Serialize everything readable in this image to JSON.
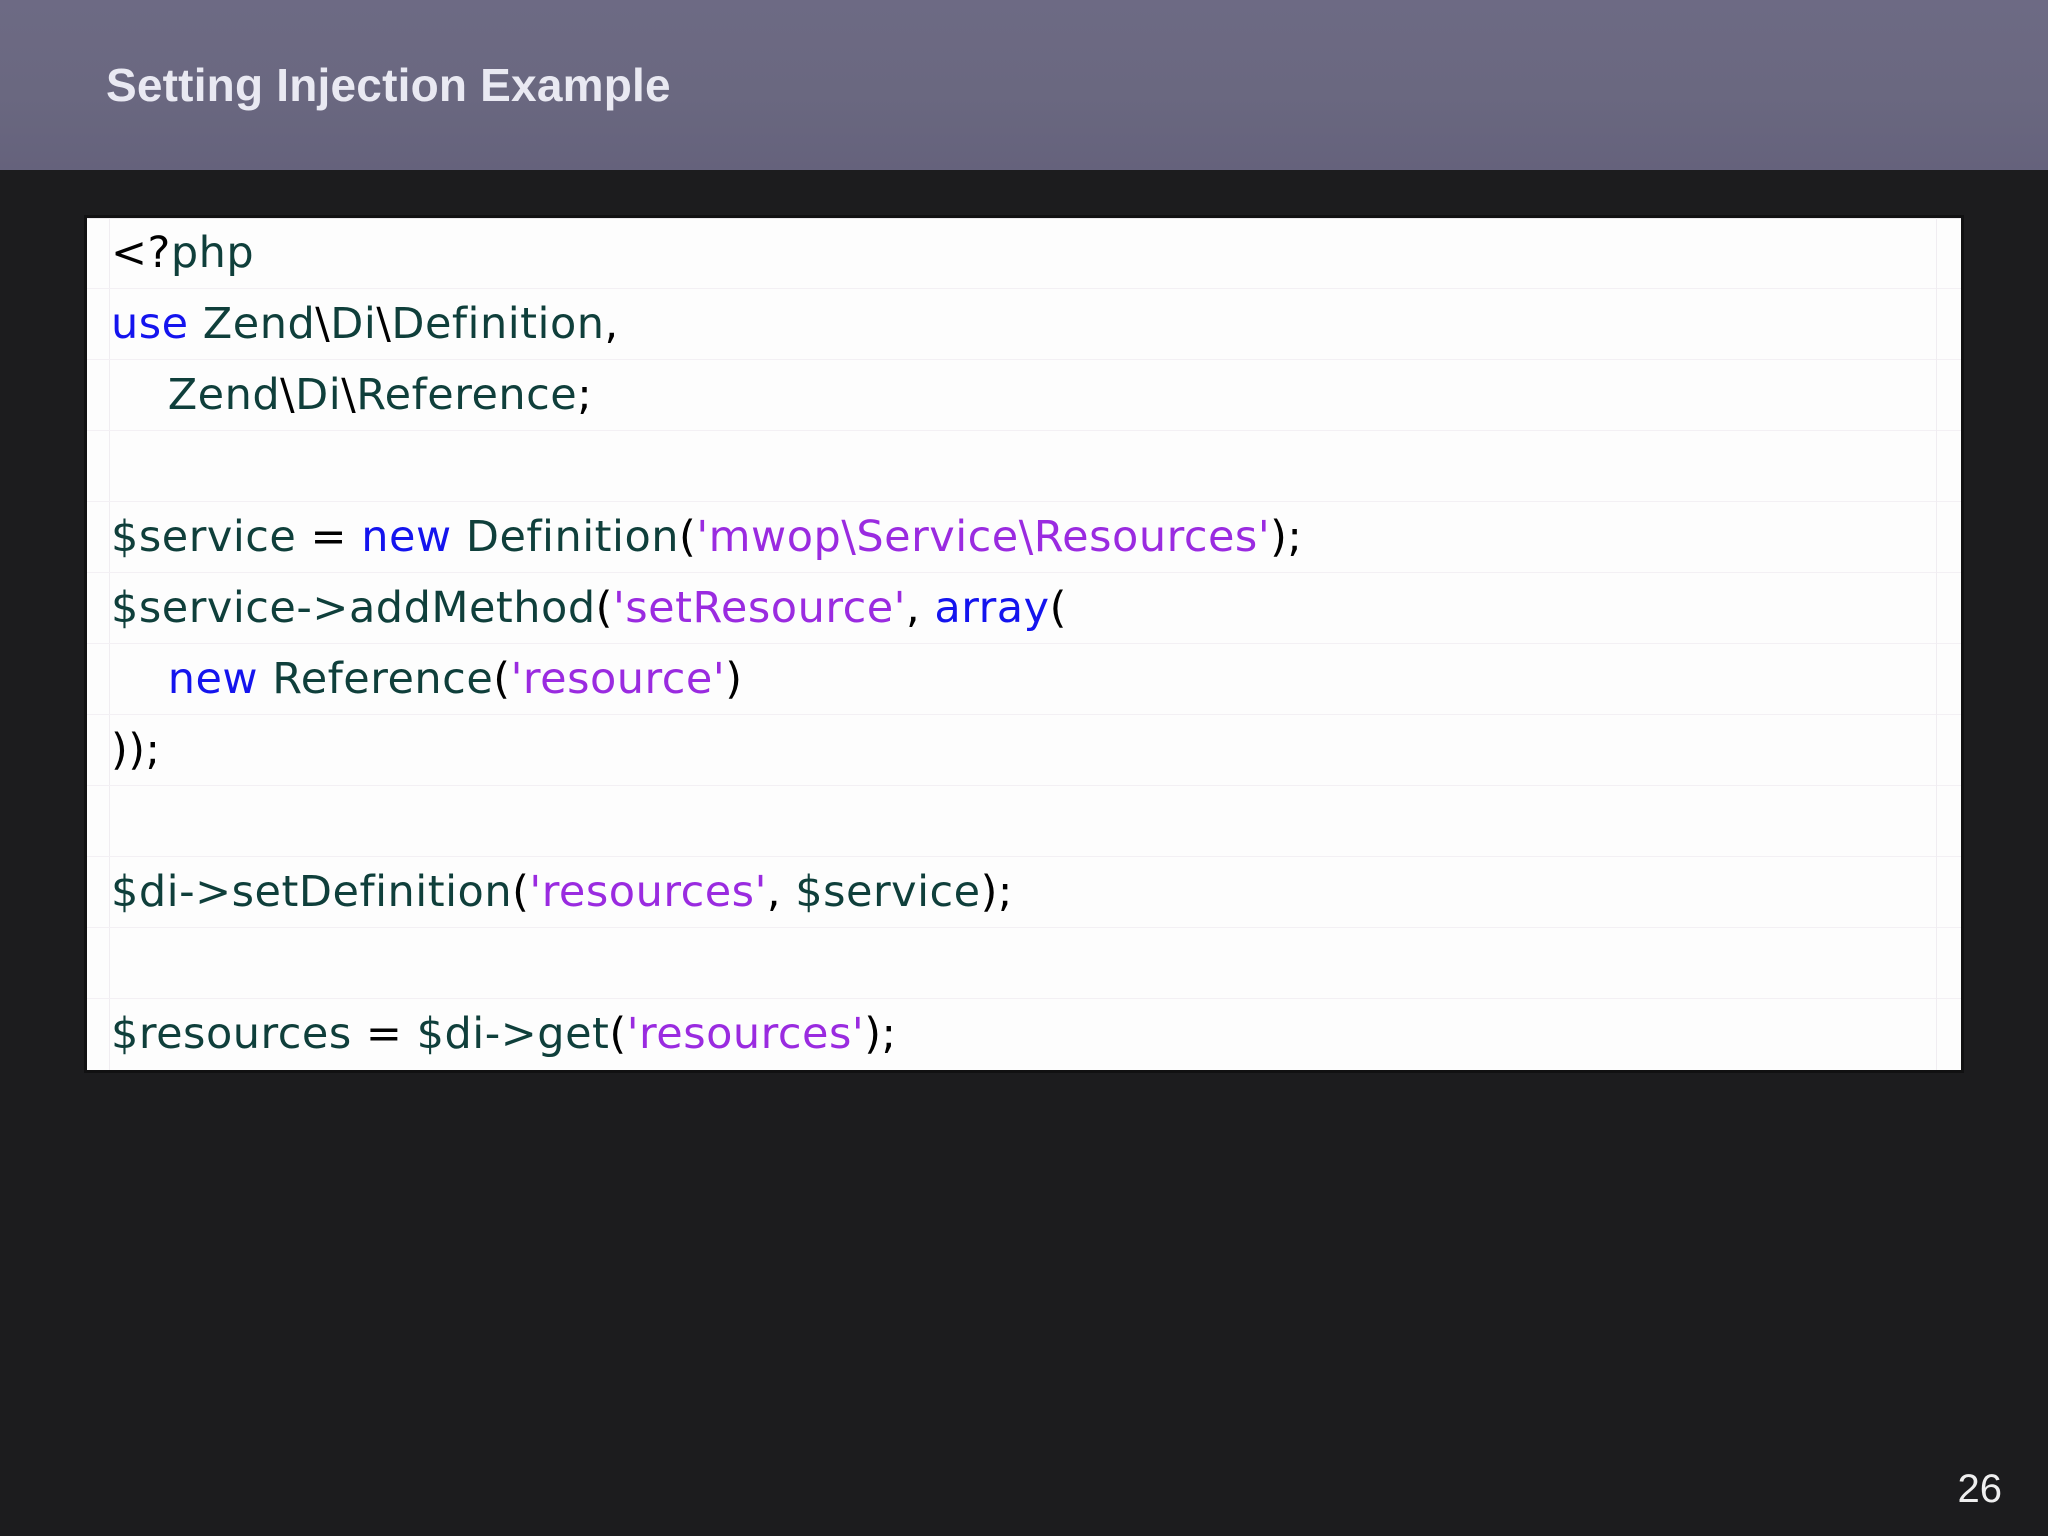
{
  "slide": {
    "title": "Setting Injection Example",
    "page_number": "26",
    "background_color": "#1c1c1e",
    "header_color": "#6a6880",
    "title_color": "#e9e9f2"
  },
  "code_listing": {
    "language": "php",
    "background_color": "#fdfdfd",
    "border_color": "#111112",
    "token_colors": {
      "keyword": "#1414ee",
      "identifier": "#0f3f3b",
      "string": "#9a2be0",
      "punctuation": "#000000"
    },
    "lines": [
      {
        "index": 1,
        "text": "<?php",
        "tokens": [
          {
            "t": "<?",
            "c": "pun"
          },
          {
            "t": "php",
            "c": "id"
          }
        ]
      },
      {
        "index": 2,
        "text": "use Zend\\Di\\Definition,",
        "tokens": [
          {
            "t": "use",
            "c": "kw"
          },
          {
            "t": " ",
            "c": "pun"
          },
          {
            "t": "Zend",
            "c": "id"
          },
          {
            "t": "\\",
            "c": "pun"
          },
          {
            "t": "Di",
            "c": "id"
          },
          {
            "t": "\\",
            "c": "pun"
          },
          {
            "t": "Definition",
            "c": "id"
          },
          {
            "t": ",",
            "c": "pun"
          }
        ]
      },
      {
        "index": 3,
        "text": "    Zend\\Di\\Reference;",
        "tokens": [
          {
            "t": "    ",
            "c": "pun"
          },
          {
            "t": "Zend",
            "c": "id"
          },
          {
            "t": "\\",
            "c": "pun"
          },
          {
            "t": "Di",
            "c": "id"
          },
          {
            "t": "\\",
            "c": "pun"
          },
          {
            "t": "Reference",
            "c": "id"
          },
          {
            "t": ";",
            "c": "pun"
          }
        ]
      },
      {
        "index": 4,
        "text": "",
        "tokens": []
      },
      {
        "index": 5,
        "text": "$service = new Definition('mwop\\Service\\Resources');",
        "tokens": [
          {
            "t": "$service",
            "c": "id"
          },
          {
            "t": " = ",
            "c": "pun"
          },
          {
            "t": "new",
            "c": "kw"
          },
          {
            "t": " ",
            "c": "pun"
          },
          {
            "t": "Definition",
            "c": "id"
          },
          {
            "t": "(",
            "c": "pun"
          },
          {
            "t": "'mwop",
            "c": "str"
          },
          {
            "t": "\\",
            "c": "str"
          },
          {
            "t": "Service",
            "c": "str"
          },
          {
            "t": "\\",
            "c": "str"
          },
          {
            "t": "Resources'",
            "c": "str"
          },
          {
            "t": ");",
            "c": "pun"
          }
        ]
      },
      {
        "index": 6,
        "text": "$service->addMethod('setResource', array(",
        "tokens": [
          {
            "t": "$service",
            "c": "id"
          },
          {
            "t": "->",
            "c": "id"
          },
          {
            "t": "addMethod",
            "c": "id"
          },
          {
            "t": "(",
            "c": "pun"
          },
          {
            "t": "'setResource'",
            "c": "str"
          },
          {
            "t": ", ",
            "c": "pun"
          },
          {
            "t": "array",
            "c": "kw"
          },
          {
            "t": "(",
            "c": "pun"
          }
        ]
      },
      {
        "index": 7,
        "text": "    new Reference('resource')",
        "tokens": [
          {
            "t": "    ",
            "c": "pun"
          },
          {
            "t": "new",
            "c": "kw"
          },
          {
            "t": " ",
            "c": "pun"
          },
          {
            "t": "Reference",
            "c": "id"
          },
          {
            "t": "(",
            "c": "pun"
          },
          {
            "t": "'resource'",
            "c": "str"
          },
          {
            "t": ")",
            "c": "pun"
          }
        ]
      },
      {
        "index": 8,
        "text": "));",
        "tokens": [
          {
            "t": "));",
            "c": "pun"
          }
        ]
      },
      {
        "index": 9,
        "text": "",
        "tokens": []
      },
      {
        "index": 10,
        "text": "$di->setDefinition('resources', $service);",
        "tokens": [
          {
            "t": "$di",
            "c": "id"
          },
          {
            "t": "->",
            "c": "id"
          },
          {
            "t": "setDefinition",
            "c": "id"
          },
          {
            "t": "(",
            "c": "pun"
          },
          {
            "t": "'resources'",
            "c": "str"
          },
          {
            "t": ", ",
            "c": "pun"
          },
          {
            "t": "$service",
            "c": "id"
          },
          {
            "t": ");",
            "c": "pun"
          }
        ]
      },
      {
        "index": 11,
        "text": "",
        "tokens": []
      },
      {
        "index": 12,
        "text": "$resources = $di->get('resources');",
        "tokens": [
          {
            "t": "$resources",
            "c": "id"
          },
          {
            "t": " = ",
            "c": "pun"
          },
          {
            "t": "$di",
            "c": "id"
          },
          {
            "t": "->",
            "c": "id"
          },
          {
            "t": "get",
            "c": "id"
          },
          {
            "t": "(",
            "c": "pun"
          },
          {
            "t": "'resources'",
            "c": "str"
          },
          {
            "t": ");",
            "c": "pun"
          }
        ]
      }
    ]
  }
}
